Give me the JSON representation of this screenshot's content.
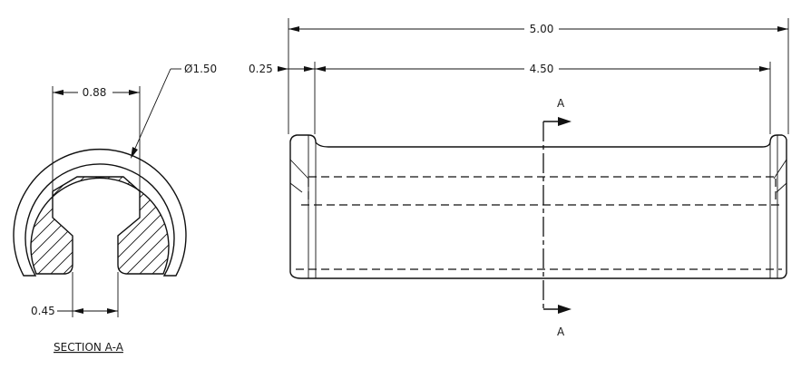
{
  "dimensions": {
    "overall_length": "5.00",
    "inner_length": "4.50",
    "chamfer_offset": "0.25",
    "diameter": "Ø1.50",
    "inner_width": "0.88",
    "slot_width": "0.45"
  },
  "section": {
    "cut_label_top": "A",
    "cut_label_bottom": "A",
    "title": "SECTION A-A"
  }
}
